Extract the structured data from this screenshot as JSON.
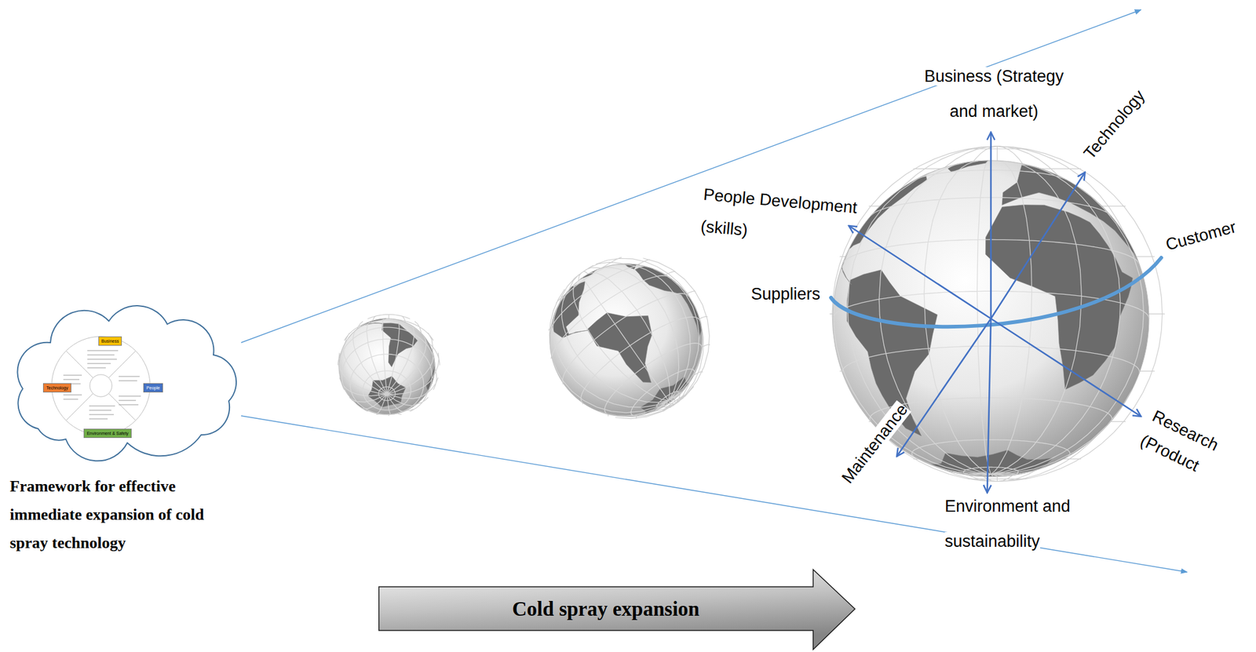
{
  "diagram": {
    "nodes": [
      {
        "text": [
          "Framework for effective immediate expansion of cold spray technology"
        ]
      },
      {
        "text": [
          "Business"
        ],
        "in": 0
      },
      {
        "text": [
          "Technology"
        ],
        "in": 0
      },
      {
        "text": [
          "People"
        ],
        "in": 0
      },
      {
        "text": [
          "Environment & Safety"
        ],
        "in": 0
      },
      {
        "text": [
          "Cold spray expansion"
        ]
      }
    ],
    "labels": [
      "Business (Strategy and market)",
      "Technology",
      "People Development (skills)",
      "Suppliers",
      "Customer",
      "Research (Product",
      "Maintenance",
      "Environment and sustainability"
    ]
  }
}
